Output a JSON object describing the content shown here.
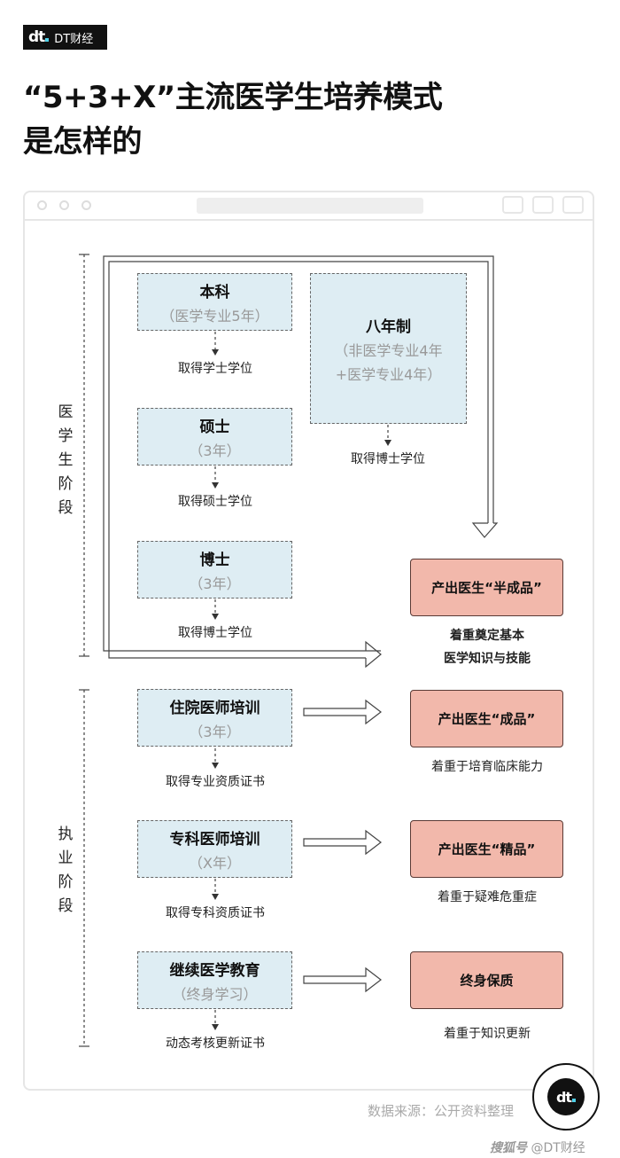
{
  "brand": {
    "logo_mark": "dt",
    "logo_text": "DT财经"
  },
  "title": {
    "line1": "“5+3+X”主流医学生培养模式",
    "line2": "是怎样的"
  },
  "stages": {
    "medical_student": "医学生阶段",
    "practice": "执业阶段"
  },
  "boxes": [
    {
      "title": "本科",
      "sub": "（医学专业5年）",
      "result": "取得学士学位"
    },
    {
      "title": "硕士",
      "sub": "（3年）",
      "result": "取得硕士学位"
    },
    {
      "title": "博士",
      "sub": "（3年）",
      "result": "取得博士学位"
    },
    {
      "title": "八年制",
      "sub": "（非医学专业4年",
      "sub2": "+医学专业4年）",
      "result": "取得博士学位"
    },
    {
      "title": "住院医师培训",
      "sub": "（3年）",
      "result": "取得专业资质证书"
    },
    {
      "title": "专科医师培训",
      "sub": "（X年）",
      "result": "取得专科资质证书"
    },
    {
      "title": "继续医学教育",
      "sub": "（终身学习）",
      "result": "动态考核更新证书"
    }
  ],
  "outcomes": [
    {
      "title": "产出医生“半成品”",
      "note1": "着重奠定基本",
      "note2": "医学知识与技能"
    },
    {
      "title": "产出医生“成品”",
      "note1": "着重于培育临床能力"
    },
    {
      "title": "产出医生“精品”",
      "note1": "着重于疑难危重症"
    },
    {
      "title": "终身保质",
      "note1": "着重于知识更新"
    }
  ],
  "footer": {
    "source": "数据来源：公开资料整理",
    "platform": "搜狐号",
    "handle": "@DT财经",
    "badge": "dt"
  },
  "colors": {
    "box_blue": "#deedf3",
    "box_pink": "#f2b8ab",
    "accent": "#4fd0e8"
  }
}
